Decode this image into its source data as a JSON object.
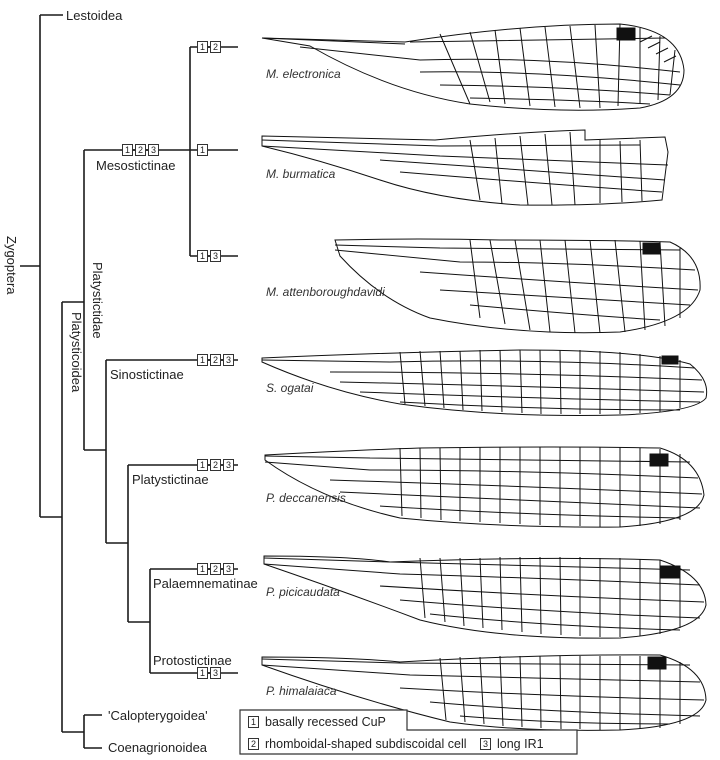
{
  "figure": {
    "root_label": "Zygoptera",
    "superfamily_label": "Platysticoidea",
    "family_label": "Platystictidae",
    "outgroups": {
      "top": "Lestoidea",
      "bottom1": "'Calopterygoidea'",
      "bottom2": "Coenagrionoidea"
    },
    "subfamilies": [
      {
        "name": "Mesostictinae",
        "characters": [
          "1",
          "2",
          "3"
        ]
      },
      {
        "name": "Sinostictinae",
        "characters": [
          "1",
          "2",
          "3"
        ]
      },
      {
        "name": "Platystictinae",
        "characters": [
          "1",
          "2",
          "3"
        ]
      },
      {
        "name": "Palaemnematinae",
        "characters": [
          "1",
          "2",
          "3"
        ]
      },
      {
        "name": "Protostictinae",
        "characters": [
          "1",
          "3"
        ]
      }
    ],
    "species": [
      {
        "name": "M. electronica",
        "characters": [
          "1",
          "2"
        ]
      },
      {
        "name": "M. burmatica",
        "characters": [
          "1"
        ]
      },
      {
        "name": "M. attenboroughdavidi",
        "characters": [
          "1",
          "3"
        ]
      },
      {
        "name": "S. ogatai",
        "characters": []
      },
      {
        "name": "P. deccanensis",
        "characters": []
      },
      {
        "name": "P. picicaudata",
        "characters": []
      },
      {
        "name": "P. himalaiaca",
        "characters": []
      }
    ],
    "legend": [
      {
        "key": "1",
        "text": "basally recessed CuP"
      },
      {
        "key": "2",
        "text": "rhomboidal-shaped subdiscoidal cell"
      },
      {
        "key": "3",
        "text": "long IR1"
      }
    ],
    "colors": {
      "line": "#1a1a1a",
      "pterostigma": "#111111",
      "background": "#ffffff"
    }
  }
}
